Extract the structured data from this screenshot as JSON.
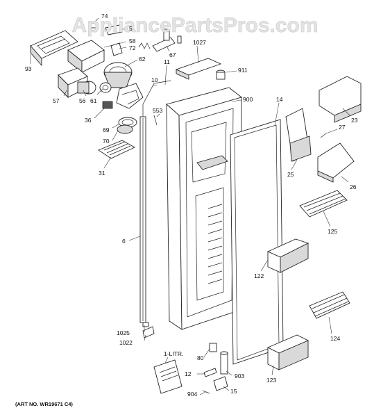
{
  "watermark": "AppliancePartsPros.com",
  "art_number": "(ART NO. WR19671 C4)",
  "callouts": [
    {
      "id": "c74",
      "text": "74"
    },
    {
      "id": "c5",
      "text": "5"
    },
    {
      "id": "c58",
      "text": "58"
    },
    {
      "id": "c72",
      "text": "72"
    },
    {
      "id": "c93",
      "text": "93"
    },
    {
      "id": "c62",
      "text": "62"
    },
    {
      "id": "c67",
      "text": "67"
    },
    {
      "id": "c1027",
      "text": "1027"
    },
    {
      "id": "c911",
      "text": "911"
    },
    {
      "id": "c10",
      "text": "10"
    },
    {
      "id": "c11",
      "text": "11"
    },
    {
      "id": "c57",
      "text": "57"
    },
    {
      "id": "c56",
      "text": "56"
    },
    {
      "id": "c61",
      "text": "61"
    },
    {
      "id": "c36",
      "text": "36"
    },
    {
      "id": "c69",
      "text": "69"
    },
    {
      "id": "c70",
      "text": "70"
    },
    {
      "id": "c553",
      "text": "553"
    },
    {
      "id": "c900",
      "text": "900"
    },
    {
      "id": "c14",
      "text": "14"
    },
    {
      "id": "c23",
      "text": "23"
    },
    {
      "id": "c27",
      "text": "27"
    },
    {
      "id": "c25",
      "text": "25"
    },
    {
      "id": "c26",
      "text": "26"
    },
    {
      "id": "c31",
      "text": "31"
    },
    {
      "id": "c125",
      "text": "125"
    },
    {
      "id": "c6",
      "text": "6"
    },
    {
      "id": "c122",
      "text": "122"
    },
    {
      "id": "c124",
      "text": "124"
    },
    {
      "id": "c1025",
      "text": "1025"
    },
    {
      "id": "c1022",
      "text": "1022"
    },
    {
      "id": "c1litr",
      "text": "1-LITR."
    },
    {
      "id": "c80",
      "text": "80"
    },
    {
      "id": "c12",
      "text": "12"
    },
    {
      "id": "c903",
      "text": "903"
    },
    {
      "id": "c904",
      "text": "904"
    },
    {
      "id": "c15",
      "text": "15"
    },
    {
      "id": "c123",
      "text": "123"
    }
  ]
}
